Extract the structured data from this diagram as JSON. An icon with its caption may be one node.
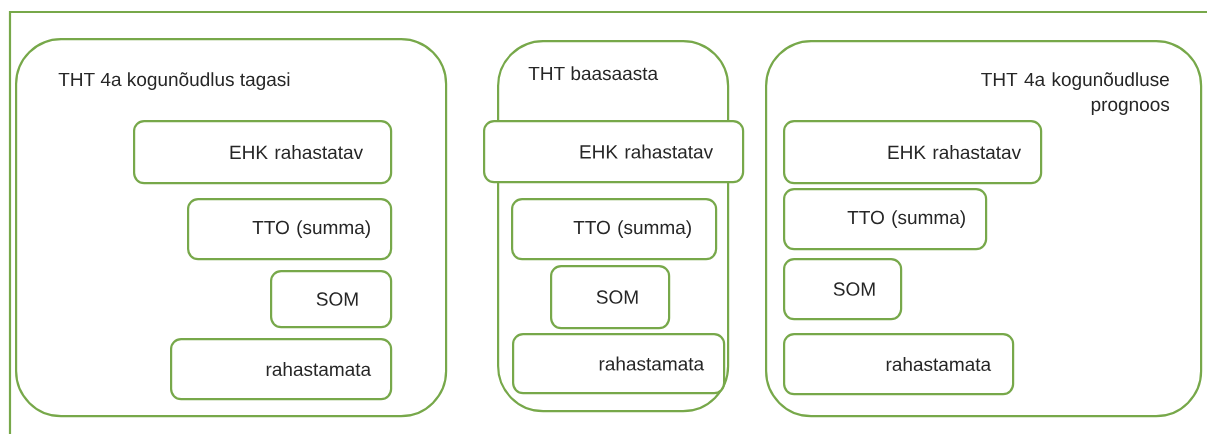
{
  "diagram": {
    "nodes": [
      {
        "text": [
          "THT 4a kogunõudlus tagasi"
        ]
      },
      {
        "text": [
          "EHK rahastatav"
        ],
        "in": 0
      },
      {
        "text": [
          "TTO (summa)"
        ],
        "in": 0
      },
      {
        "text": [
          "SOM"
        ],
        "in": 0
      },
      {
        "text": [
          "rahastamata"
        ],
        "in": 0
      },
      {
        "text": [
          "THT baasaasta"
        ]
      },
      {
        "text": [
          "EHK rahastatav"
        ]
      },
      {
        "text": [
          "TTO (summa)"
        ],
        "in": 5
      },
      {
        "text": [
          "SOM"
        ],
        "in": 5
      },
      {
        "text": [
          "rahastamata"
        ],
        "in": 5
      },
      {
        "text": [
          "THT 4a kogunõudluse prognoos"
        ]
      },
      {
        "text": [
          "EHK rahastatav"
        ],
        "in": 10
      },
      {
        "text": [
          "TTO (summa)"
        ],
        "in": 10
      },
      {
        "text": [
          "SOM"
        ],
        "in": 10
      },
      {
        "text": [
          "rahastamata"
        ],
        "in": 10
      }
    ]
  }
}
